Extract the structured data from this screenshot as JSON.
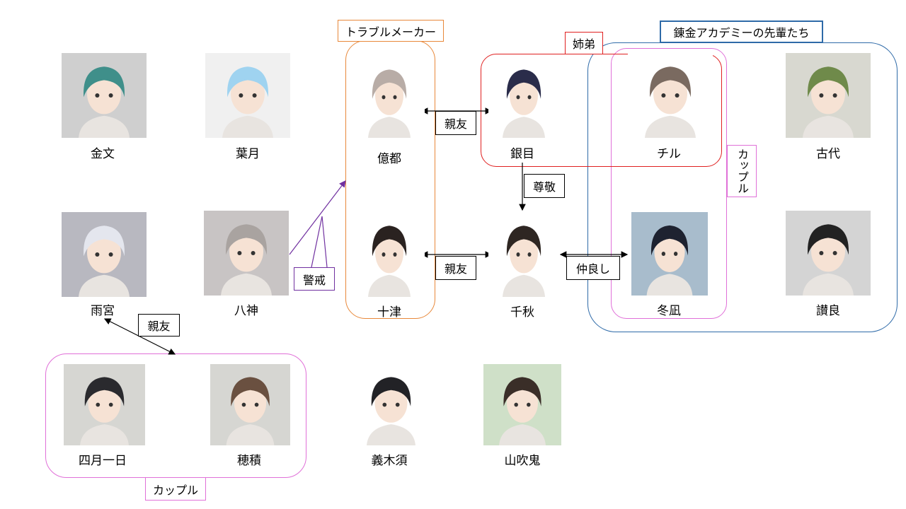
{
  "characters": [
    {
      "name": "金文",
      "hair": "#3f8f8a",
      "bg": "#cfcfcf"
    },
    {
      "name": "葉月",
      "hair": "#9fd3f0",
      "bg": "#f0f0f0"
    },
    {
      "name": "億都",
      "hair": "#b8aca6",
      "bg": "#ffffff"
    },
    {
      "name": "銀目",
      "hair": "#2a2c4a",
      "bg": "#ffffff"
    },
    {
      "name": "チル",
      "hair": "#7a6a60",
      "bg": "#ffffff"
    },
    {
      "name": "古代",
      "hair": "#6f8a4a",
      "bg": "#d8d8d0"
    },
    {
      "name": "雨宮",
      "hair": "#e4e6ee",
      "bg": "#b8b8c0"
    },
    {
      "name": "八神",
      "hair": "#a9a3a0",
      "bg": "#c8c4c4"
    },
    {
      "name": "十津",
      "hair": "#2a2220",
      "bg": "#ffffff"
    },
    {
      "name": "千秋",
      "hair": "#2e2622",
      "bg": "#ffffff"
    },
    {
      "name": "冬凪",
      "hair": "#1e2230",
      "bg": "#a8bccc"
    },
    {
      "name": "讃良",
      "hair": "#222222",
      "bg": "#d4d4d4"
    },
    {
      "name": "四月一日",
      "hair": "#2a2a2e",
      "bg": "#d6d6d2"
    },
    {
      "name": "穂積",
      "hair": "#6a5040",
      "bg": "#d6d6d2"
    },
    {
      "name": "義木須",
      "hair": "#222226",
      "bg": "#ffffff"
    },
    {
      "name": "山吹鬼",
      "hair": "#3a2e28",
      "bg": "#cfe0c8"
    }
  ],
  "groups": {
    "troublemaker": "トラブルメーカー",
    "siblings": "姉弟",
    "academy": "錬金アカデミーの先輩たち",
    "couple_top": "カップル",
    "couple_bottom": "カップル"
  },
  "relations": {
    "okuto_ginme": "親友",
    "ginme_chiaki": "尊敬",
    "totsu_chiaki": "親友",
    "chiaki_tonagi": "仲良し",
    "yagami_trouble": "警戒",
    "amamiya_couple": "親友"
  },
  "colors": {
    "orange": "#e8883a",
    "red": "#e02020",
    "blue": "#2e6aa8",
    "pink": "#e070d8",
    "purple": "#7030a0"
  }
}
